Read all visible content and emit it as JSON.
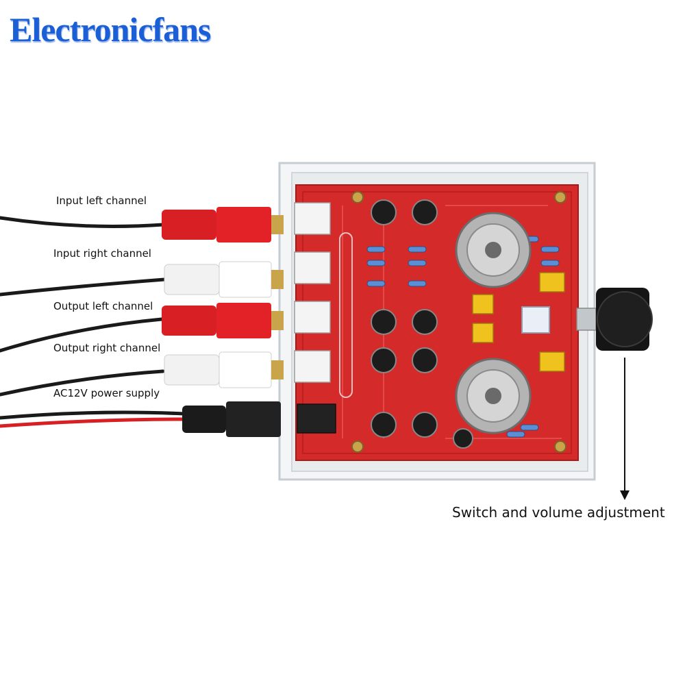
{
  "brand": "Electronicfans",
  "labels": {
    "input_left": "Input left channel",
    "input_right": "Input right channel",
    "output_left": "Output left channel",
    "output_right": "Output right channel",
    "power": "AC12V power supply",
    "switch_volume": "Switch and volume adjustment"
  },
  "colors": {
    "brand": "#1a5fd6",
    "board": "#d42a2a",
    "rca_red": "#d71f24",
    "rca_white": "#f2f2f2",
    "cable": "#1a1a1a",
    "knob": "#151515"
  }
}
